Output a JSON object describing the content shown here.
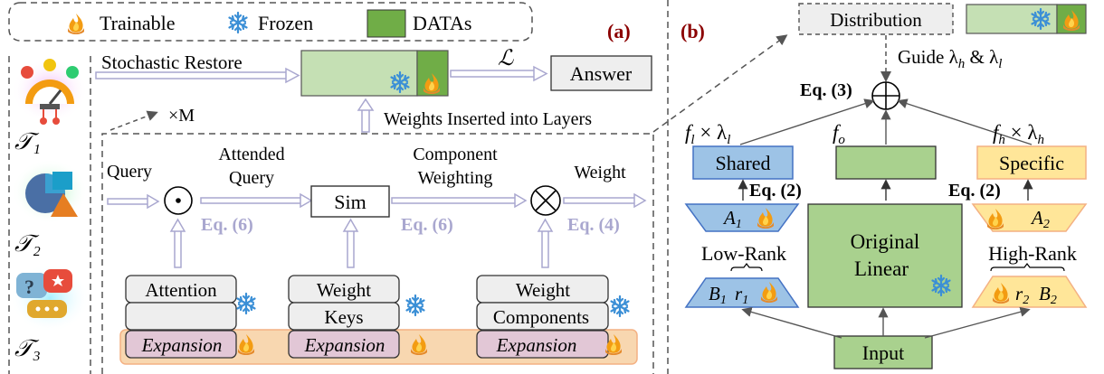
{
  "legend": {
    "trainable": "Trainable",
    "frozen": "Frozen",
    "datas": "DATAs"
  },
  "panel_a": {
    "label": "(a)",
    "tasks": [
      "𝒯₁",
      "𝒯₂",
      "𝒯₃"
    ],
    "stochastic_restore": "Stochastic Restore",
    "loss": "ℒ",
    "answer": "Answer",
    "repeat": "×M",
    "weights_inserted": "Weights Inserted into Layers",
    "query": "Query",
    "attended_query": [
      "Attended",
      "Query"
    ],
    "sim": "Sim",
    "component_weighting": [
      "Component",
      "Weighting"
    ],
    "weight": "Weight",
    "eq6a": "Eq. (6)",
    "eq6b": "Eq. (6)",
    "eq4": "Eq. (4)",
    "attention": "Attention",
    "weight_keys": [
      "Weight",
      "Keys"
    ],
    "weight_components": [
      "Weight",
      "Components"
    ],
    "expansion": "Expansion"
  },
  "panel_b": {
    "label": "(b)",
    "distribution": "Distribution",
    "guide": "Guide λ",
    "guide_h": "h",
    "guide_amp": " & λ",
    "guide_l": "l",
    "eq3": "Eq. (3)",
    "fl_lambda": "f",
    "fl_sub": "l",
    "fl_times": " × λ",
    "fo": "f",
    "fo_sub": "o",
    "fh_lambda": "f",
    "fh_sub": "h",
    "fh_times": " × λ",
    "shared": "Shared",
    "specific": "Specific",
    "eq2_left": "Eq. (2)",
    "eq2_right": "Eq. (2)",
    "a1": "A",
    "a1_sub": "1",
    "a2": "A",
    "a2_sub": "2",
    "low_rank": "Low-Rank",
    "high_rank": "High-Rank",
    "b1": "B",
    "b1_sub": "1",
    "r1": "r",
    "r1_sub": "1",
    "r2": "r",
    "r2_sub": "2",
    "b2": "B",
    "b2_sub": "2",
    "original_linear": [
      "Original",
      "Linear"
    ],
    "input": "Input"
  },
  "colors": {
    "data_green": "#70ad47",
    "data_light": "#c5e0b4",
    "blue_box": "#9dc3e6",
    "blue_border": "#4472c4",
    "yellow_box": "#ffe699",
    "yellow_border": "#f4b183",
    "expansion_fill": "#e2c7d6",
    "expansion_band": "#f8d7b0",
    "eq_color": "#a9a7cf",
    "dashed": "#555555",
    "maroon": "#8b0000"
  },
  "icons": [
    "fire-icon",
    "snowflake-icon",
    "gauge-icon",
    "shapes-icon",
    "chat-icon"
  ]
}
